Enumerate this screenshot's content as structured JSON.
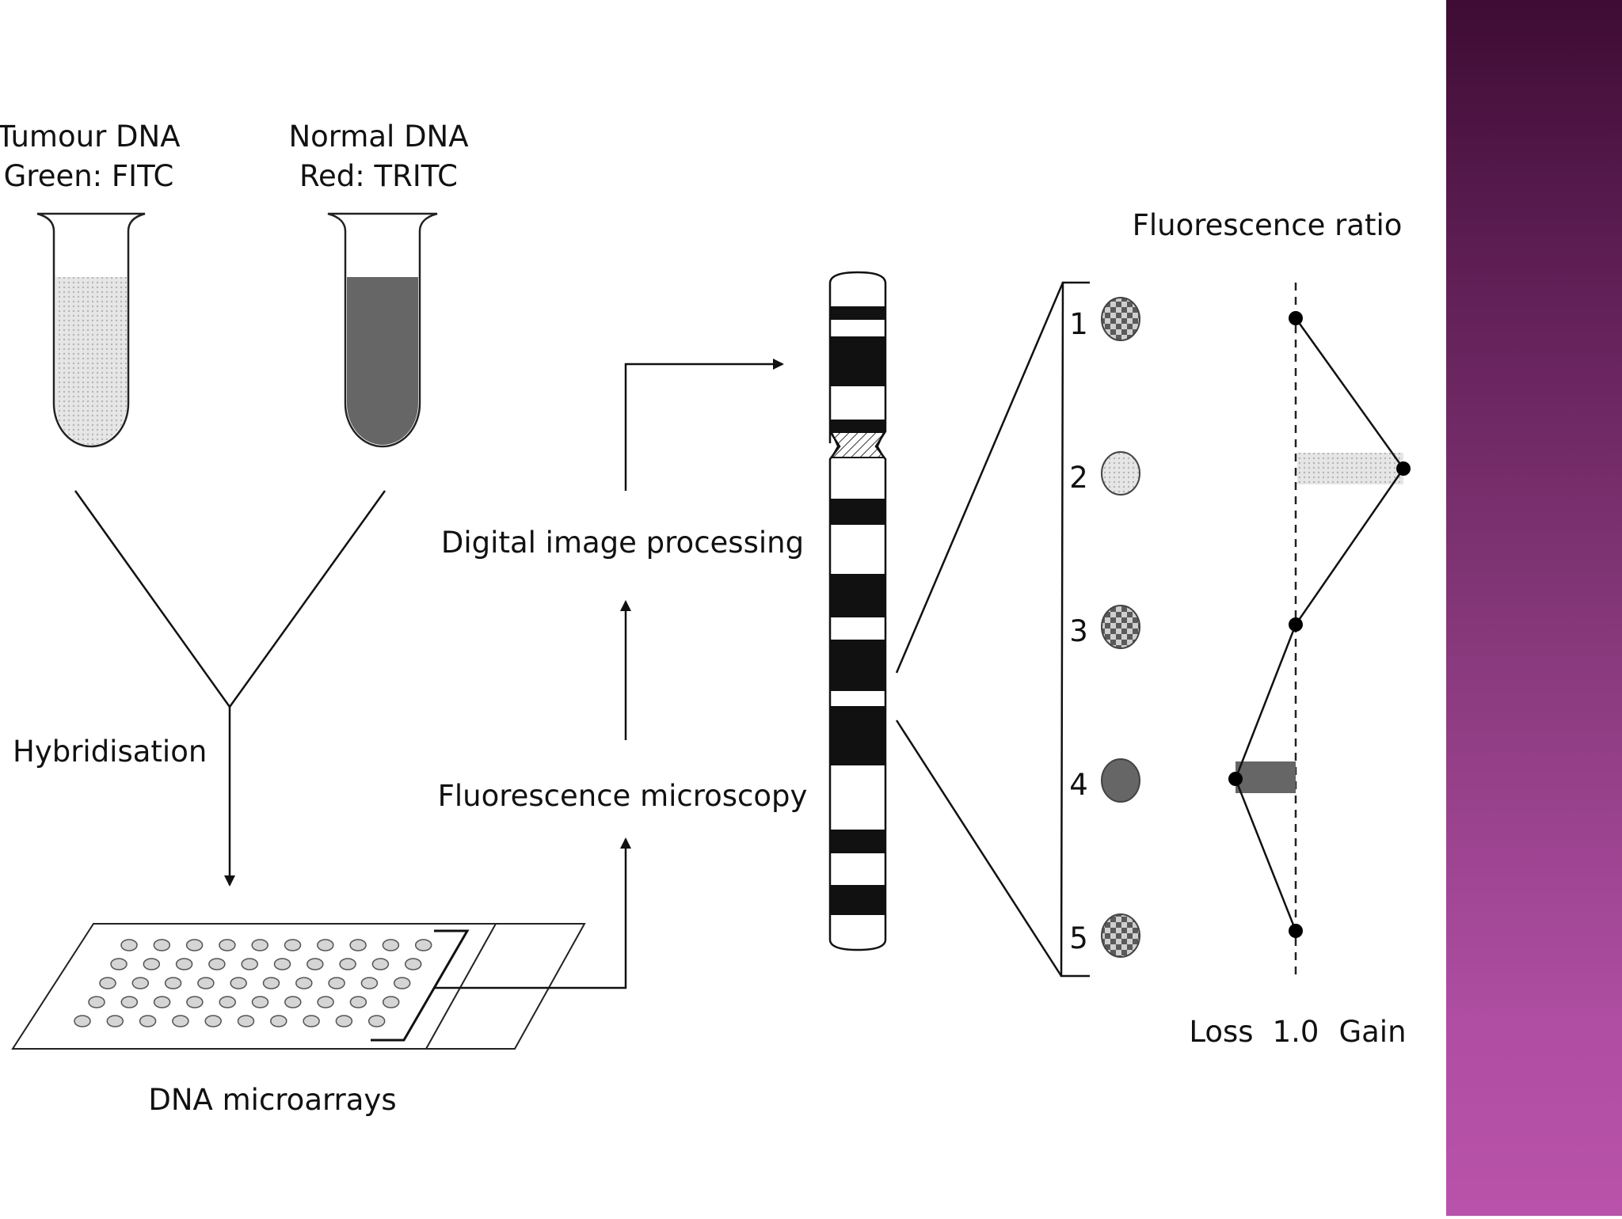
{
  "tumour": {
    "line1": "Tumour DNA",
    "line2": "Green: FITC"
  },
  "normal": {
    "line1": "Normal DNA",
    "line2": "Red: TRITC"
  },
  "steps": {
    "hybridisation": "Hybridisation",
    "microarrays": "DNA microarrays",
    "microscopy": "Fluorescence microscopy",
    "processing": "Digital image processing"
  },
  "ratio": {
    "title": "Fluorescence ratio",
    "loss": "Loss",
    "baseline": "1.0",
    "gain": "Gain"
  },
  "regions": [
    {
      "label": "1",
      "pattern": "checkered",
      "ratio_state": "normal"
    },
    {
      "label": "2",
      "pattern": "light",
      "ratio_state": "gain"
    },
    {
      "label": "3",
      "pattern": "checkered",
      "ratio_state": "normal"
    },
    {
      "label": "4",
      "pattern": "dark",
      "ratio_state": "loss"
    },
    {
      "label": "5",
      "pattern": "checkered",
      "ratio_state": "normal"
    }
  ],
  "colors": {
    "side_band_top": "#3e0c34",
    "side_band_bottom": "#b952aa",
    "tumour_fill": "#d9d9d9",
    "normal_fill": "#666666"
  }
}
